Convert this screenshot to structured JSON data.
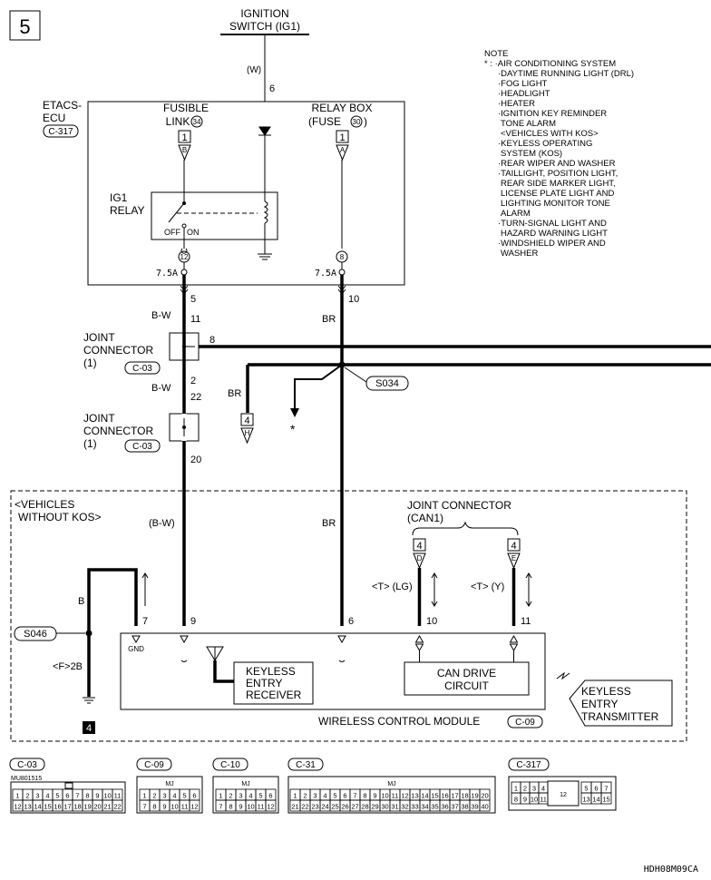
{
  "page_number": "5",
  "ignition_switch": [
    "IGNITION",
    "SWITCH (IG1)"
  ],
  "wire_color_w": "(W)",
  "pin_6_top": "6",
  "etacs": [
    "ETACS-",
    "ECU"
  ],
  "etacs_connector": "C-317",
  "fusible_link": [
    "FUSIBLE",
    "LINK",
    "34"
  ],
  "relay_box": [
    "RELAY BOX",
    "(FUSE",
    "30",
    ")"
  ],
  "box_marker_1": "1",
  "box_marker_letter_b": "B",
  "box_marker_letter_a": "A",
  "ig1_relay": [
    "IG1",
    "RELAY"
  ],
  "relay_off": "OFF",
  "relay_on": "ON",
  "fuse_12": "12",
  "fuse_8": "8",
  "fuse_amp": "7.5A",
  "pin_5": "5",
  "pin_10": "10",
  "wire_bw": "B-W",
  "wire_br": "BR",
  "pin_11": "11",
  "joint_connector": [
    "JOINT",
    "CONNECTOR",
    "(1)"
  ],
  "connector_c03": "C-03",
  "pin_8": "8",
  "pin_2": "2",
  "pin_22": "22",
  "pin_20": "20",
  "splice_s034": "S034",
  "splice_s046": "S046",
  "box_marker_4": "4",
  "box_marker_letter_h": "H",
  "box_marker_letter_d": "D",
  "box_marker_letter_e": "E",
  "asterisk": "*",
  "note_title": "NOTE",
  "note_lines": [
    "* : ·AIR CONDITIONING SYSTEM",
    "·DAYTIME RUNNING LIGHT (DRL)",
    "·FOG LIGHT",
    "·HEADLIGHT",
    "·HEATER",
    "·IGNITION KEY REMINDER",
    "TONE ALARM",
    "<VEHICLES WITH KOS>",
    "·KEYLESS OPERATING",
    "SYSTEM (KOS)",
    "·REAR WIPER AND WASHER",
    "·TAILLIGHT, POSITION LIGHT,",
    "REAR SIDE MARKER LIGHT,",
    "LICENSE PLATE LIGHT AND",
    "LIGHTING MONITOR TONE",
    "ALARM",
    "·TURN-SIGNAL LIGHT AND",
    "HAZARD WARNING LIGHT",
    "·WINDSHIELD WIPER AND",
    "WASHER"
  ],
  "vehicles_without_kos": [
    "<VEHICLES",
    "WITHOUT KOS>"
  ],
  "wire_bw_paren": "(B-W)",
  "joint_connector_can1": [
    "JOINT CONNECTOR",
    "(CAN1)"
  ],
  "can_lg": "<T> (LG)",
  "can_y": "<T> (Y)",
  "wire_b": "B",
  "wire_f2b": "<F>2B",
  "pin_7": "7",
  "pin_9": "9",
  "pin_6": "6",
  "pin_10b": "10",
  "pin_11b": "11",
  "gnd": "GND",
  "ground_number": "4",
  "keyless_receiver": [
    "KEYLESS",
    "ENTRY",
    "RECEIVER"
  ],
  "can_drive": [
    "CAN DRIVE",
    "CIRCUIT"
  ],
  "keyless_transmitter": [
    "KEYLESS",
    "ENTRY",
    "TRANSMITTER"
  ],
  "wcm_label": "WIRELESS CONTROL MODULE",
  "wcm_connector": "C-09",
  "conn_labels": {
    "c03": "C-03",
    "c09": "C-09",
    "c10": "C-10",
    "c31": "C-31",
    "c317": "C-317",
    "c03_part": "MU801515",
    "mj": "MJ"
  },
  "conn_c03_row1": [
    "1",
    "2",
    "3",
    "4",
    "5",
    "6",
    "7",
    "8",
    "9",
    "10",
    "11"
  ],
  "conn_c03_row2": [
    "12",
    "13",
    "14",
    "15",
    "16",
    "17",
    "18",
    "19",
    "20",
    "21",
    "22"
  ],
  "conn_c09_row1": [
    "1",
    "2",
    "3",
    "4",
    "5",
    "6"
  ],
  "conn_c09_row2": [
    "7",
    "8",
    "9",
    "10",
    "11",
    "12"
  ],
  "conn_c31_row1": [
    "1",
    "2",
    "3",
    "4",
    "5",
    "6",
    "7",
    "8",
    "9",
    "10",
    "11",
    "12",
    "13",
    "14",
    "15",
    "16",
    "17",
    "18",
    "19",
    "20"
  ],
  "conn_c31_row2": [
    "21",
    "22",
    "23",
    "24",
    "25",
    "26",
    "27",
    "28",
    "29",
    "30",
    "31",
    "32",
    "33",
    "34",
    "35",
    "36",
    "37",
    "38",
    "39",
    "40"
  ],
  "conn_c317_left_row1": [
    "1",
    "2",
    "3",
    "4"
  ],
  "conn_c317_left_row2": [
    "8",
    "9",
    "10",
    "11"
  ],
  "conn_c317_mid": "12",
  "conn_c317_right_row1": [
    "5",
    "6",
    "7"
  ],
  "conn_c317_right_row2": [
    "13",
    "14",
    "15"
  ],
  "figure_code": "HDH08M09CA"
}
